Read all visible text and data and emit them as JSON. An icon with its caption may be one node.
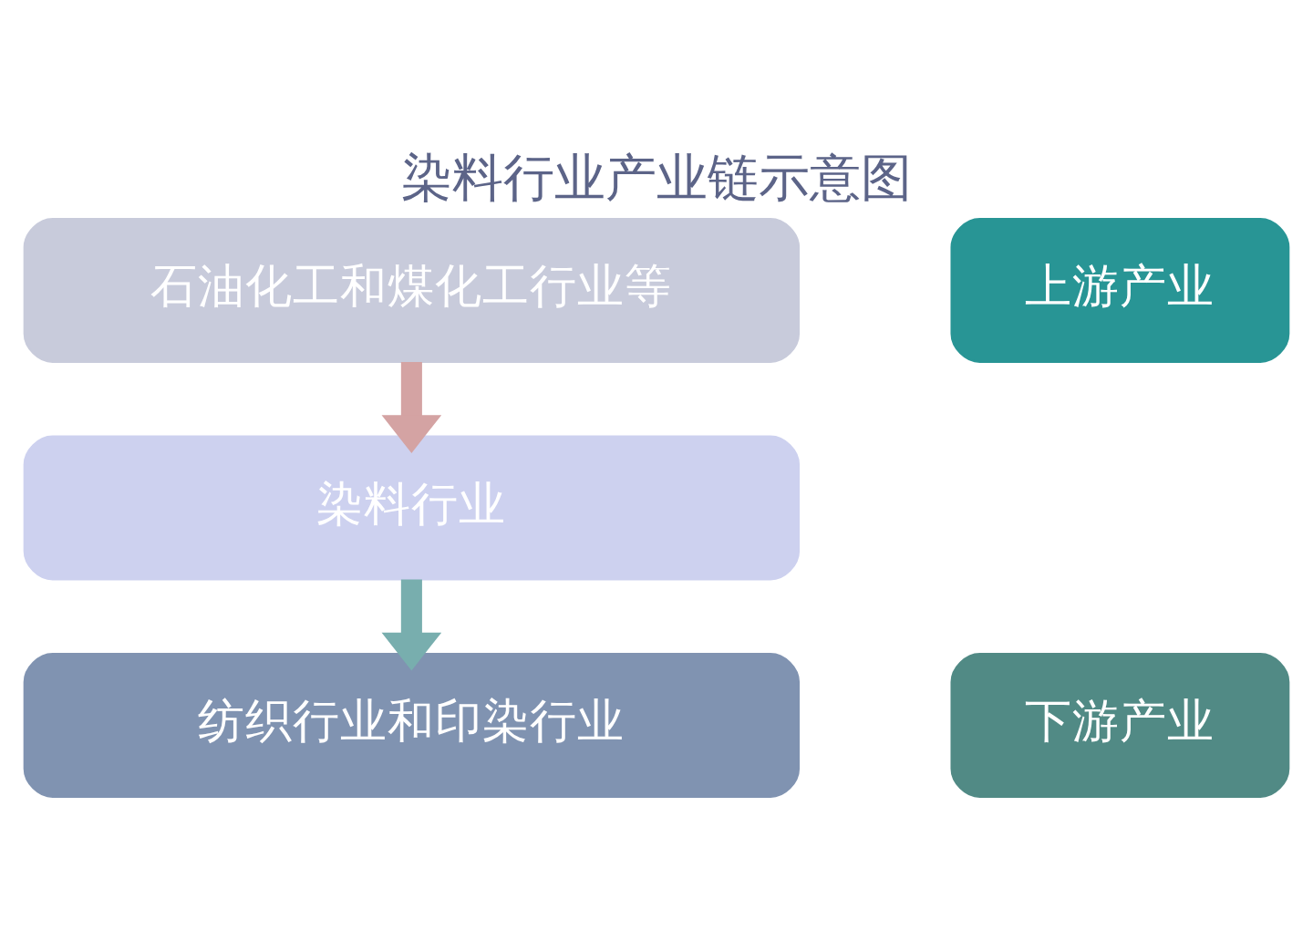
{
  "diagram": {
    "title": "染料行业产业链示意图",
    "nodes": [
      {
        "text": [
          "石油化工和煤化工行业等"
        ]
      },
      {
        "text": [
          "染料行业"
        ]
      },
      {
        "text": [
          "纺织行业和印染行业"
        ]
      },
      {
        "text": [
          "上游产业"
        ]
      },
      {
        "text": [
          "下游产业"
        ]
      }
    ],
    "edges": [
      {
        "from": 0,
        "to": 1,
        "arrow": "to",
        "color": "#d4a3a3"
      },
      {
        "from": 1,
        "to": 2,
        "arrow": "to",
        "color": "#78aeae"
      }
    ]
  }
}
